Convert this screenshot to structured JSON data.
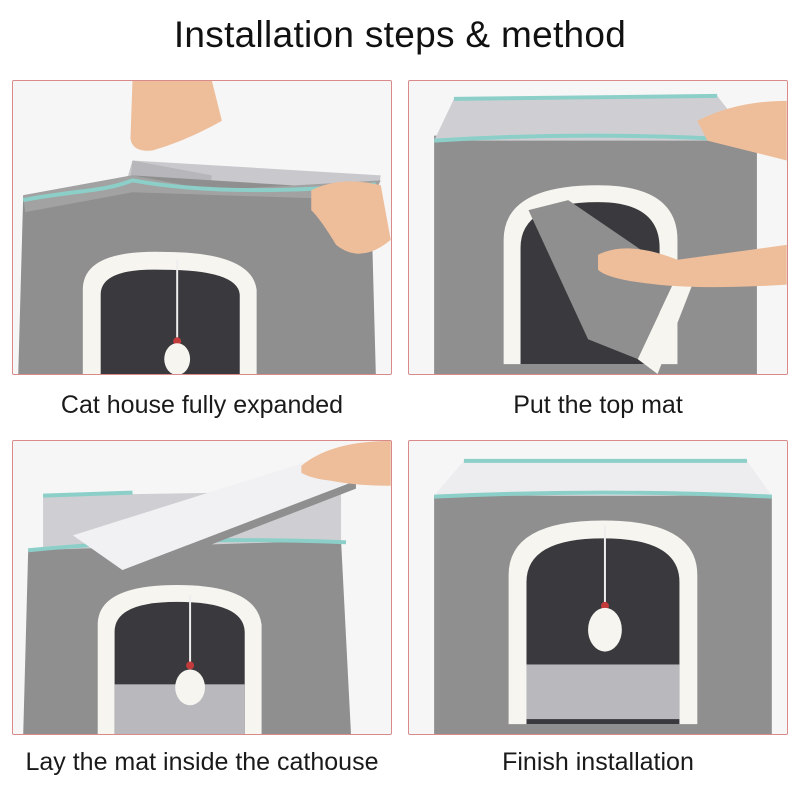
{
  "title": "Installation steps & method",
  "steps": [
    {
      "caption": "Cat house fully expanded"
    },
    {
      "caption": "Put the top mat"
    },
    {
      "caption": "Lay the mat inside the cathouse"
    },
    {
      "caption": "Finish installation"
    }
  ],
  "colors": {
    "fabric": "#8e8e8e",
    "trim": "#8ccfc8",
    "fleece": "#f7f5f0",
    "panel_border": "#d98a8a"
  }
}
